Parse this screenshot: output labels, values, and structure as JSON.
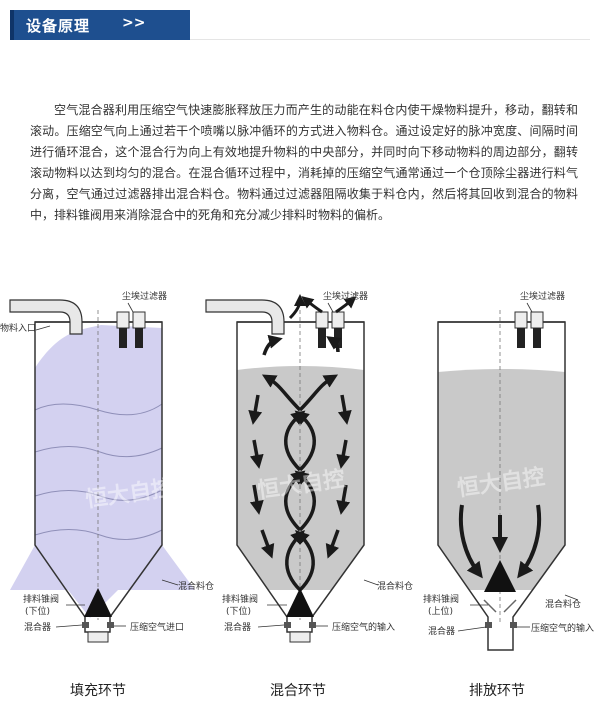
{
  "banner": {
    "title": "设备原理",
    "arrows": ">>"
  },
  "description": "空气混合器利用压缩空气快速膨胀释放压力而产生的动能在料仓内使干燥物料提升，移动，翻转和滚动。压缩空气向上通过若干个喷嘴以脉冲循环的方式进入物料仓。通过设定好的脉冲宽度、间隔时间进行循环混合，这个混合行为向上有效地提升物料的中央部分，并同时向下移动物料的周边部分，翻转滚动物料以达到均匀的混合。在混合循环过程中，消耗掉的压缩空气通常通过一个仓顶除尘器进行料气分离，空气通过过滤器排出混合料仓。物料通过过滤器阻隔收集于料仓内，然后将其回收到混合的物料中，排料锥阀用来消除混合中的死角和充分减少排料时物料的偏析。",
  "watermark": "恒大自控",
  "colors": {
    "banner": "#1e4f8f",
    "fill_stage": "#d3d1f0",
    "mix_stage": "#c9c9c9",
    "arrow": "#1a1a1a"
  },
  "stages": [
    {
      "caption": "填充环节",
      "labels": {
        "filter": "尘埃过滤器",
        "inlet": "物料入口",
        "bin": "混合料仓",
        "valve": "排料锥阀",
        "valve_pos": "(下位)",
        "mixer": "混合器",
        "air": "压缩空气进口"
      }
    },
    {
      "caption": "混合环节",
      "labels": {
        "filter": "尘埃过滤器",
        "bin": "混合料仓",
        "valve": "排料锥阀",
        "valve_pos": "(下位)",
        "mixer": "混合器",
        "air": "压缩空气的输入"
      }
    },
    {
      "caption": "排放环节",
      "labels": {
        "filter": "尘埃过滤器",
        "bin": "混合料仓",
        "valve": "排料锥阀",
        "valve_pos": "(上位)",
        "mixer": "混合器",
        "air": "压缩空气的输入"
      }
    }
  ]
}
